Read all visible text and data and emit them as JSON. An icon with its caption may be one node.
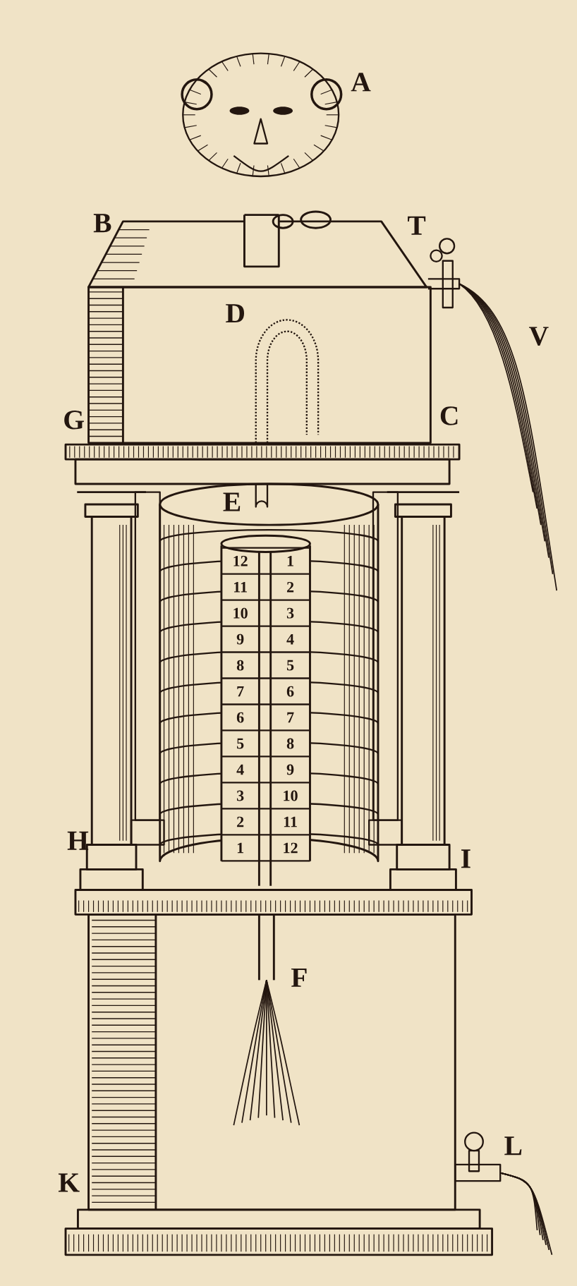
{
  "diagram": {
    "labels": [
      "A",
      "B",
      "T",
      "D",
      "V",
      "G",
      "C",
      "E",
      "12",
      "1",
      "11",
      "2",
      "10",
      "3",
      "9",
      "4",
      "8",
      "5",
      "7",
      "6",
      "6",
      "7",
      "5",
      "8",
      "4",
      "9",
      "3",
      "10",
      "2",
      "11",
      "1",
      "12",
      "H",
      "I",
      "F",
      "K",
      "L"
    ]
  }
}
